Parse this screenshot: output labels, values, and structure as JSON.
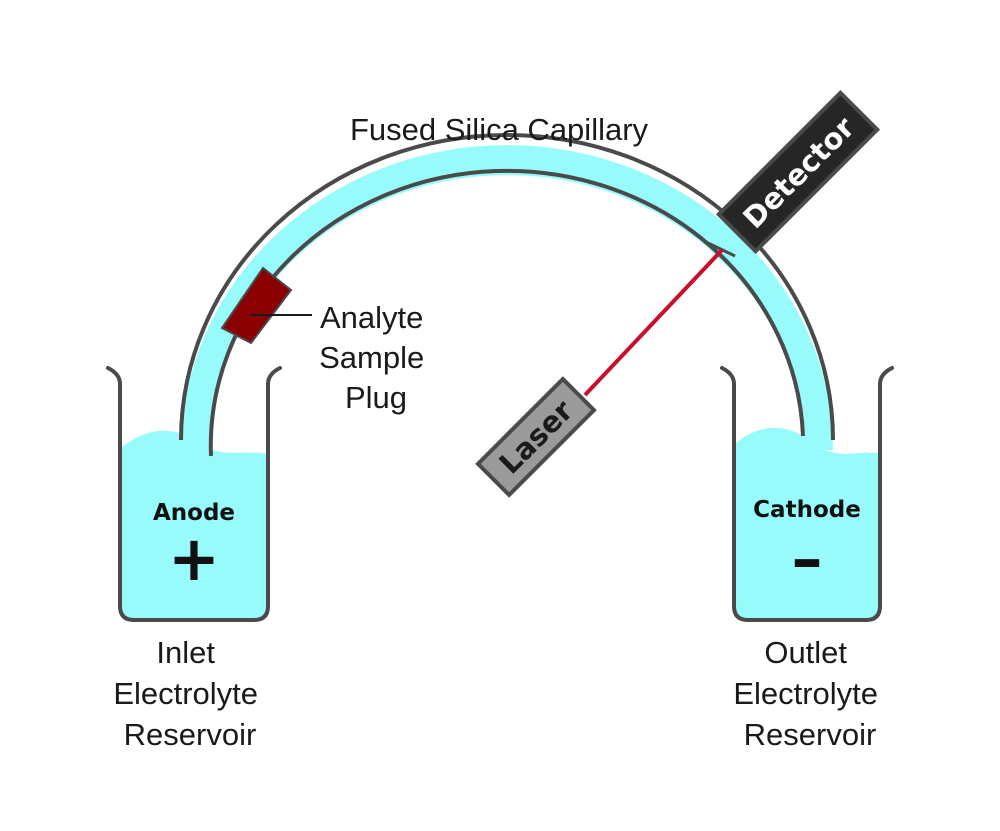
{
  "title": "Fused Silica Capillary",
  "colors": {
    "electrolyte": "#97fbfc",
    "outline": "#4a4a4a",
    "analyte_plug": "#8b0000",
    "laser_beam": "#c8102e",
    "laser_body": "#9a9a9a",
    "detector_body": "#262626"
  },
  "analyte_label": [
    "Analyte",
    "Sample",
    "Plug"
  ],
  "laser": {
    "label": "Laser"
  },
  "detector": {
    "label": "Detector"
  },
  "inlet": {
    "electrode": "Anode",
    "sign": "+",
    "label": [
      "Inlet",
      "Electrolyte",
      "Reservoir"
    ]
  },
  "outlet": {
    "electrode": "Cathode",
    "sign": "–",
    "label": [
      "Outlet",
      "Electrolyte",
      "Reservoir"
    ]
  }
}
